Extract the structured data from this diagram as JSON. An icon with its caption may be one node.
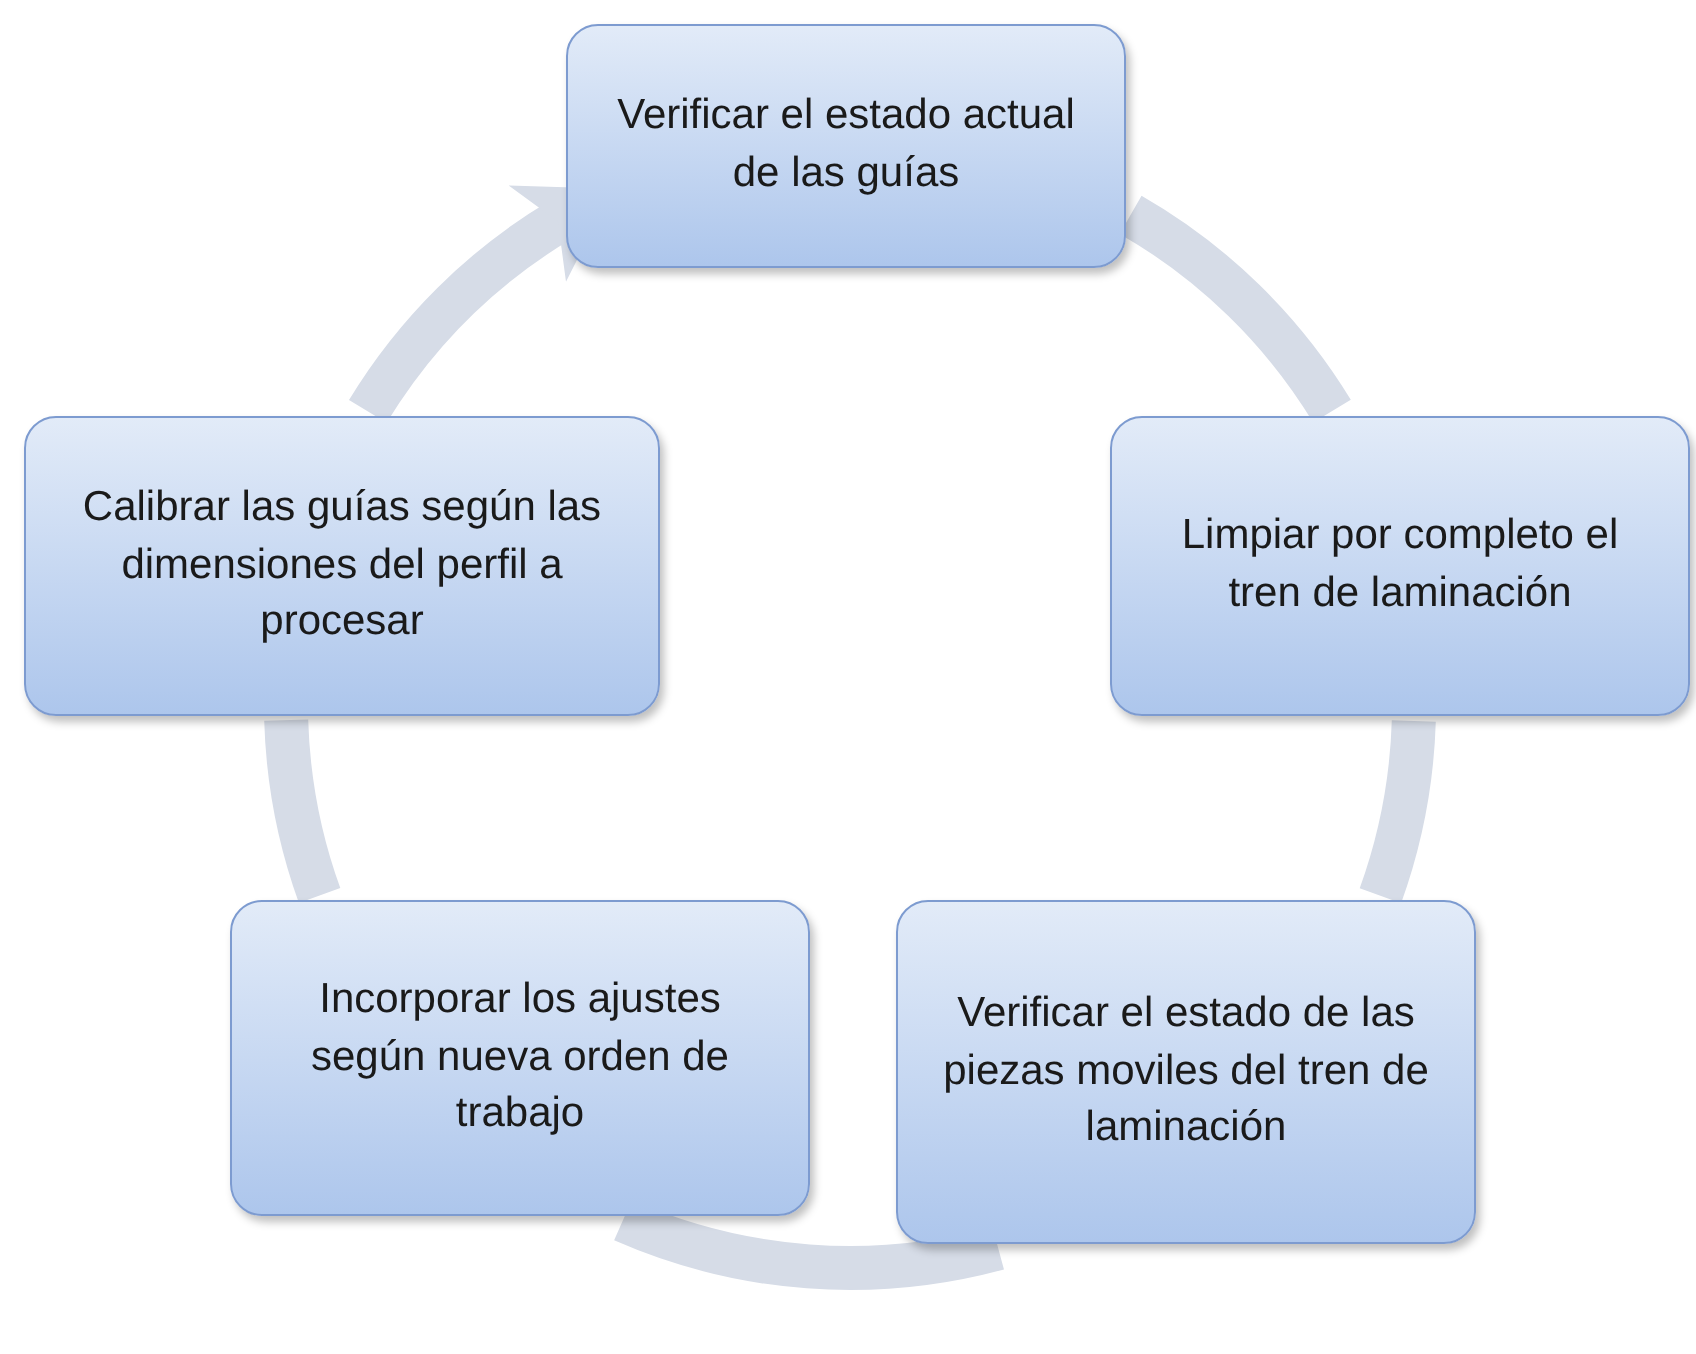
{
  "diagram": {
    "nodes": [
      {
        "text": [
          "Verificar el estado actual de las guías"
        ]
      },
      {
        "text": [
          "Limpiar por completo el tren de laminación"
        ]
      },
      {
        "text": [
          "Verificar el estado de las piezas moviles del tren de laminación"
        ]
      },
      {
        "text": [
          "Incorporar los ajustes según nueva orden de trabajo"
        ]
      },
      {
        "text": [
          "Calibrar las guías según las dimensiones del perfil a procesar"
        ]
      }
    ],
    "edges": [
      {
        "from": 0,
        "to": 1,
        "arrow": "none"
      },
      {
        "from": 1,
        "to": 2,
        "arrow": "none"
      },
      {
        "from": 2,
        "to": 3,
        "arrow": "none"
      },
      {
        "from": 3,
        "to": 4,
        "arrow": "none"
      },
      {
        "from": 4,
        "to": 0,
        "arrow": "to"
      }
    ]
  }
}
